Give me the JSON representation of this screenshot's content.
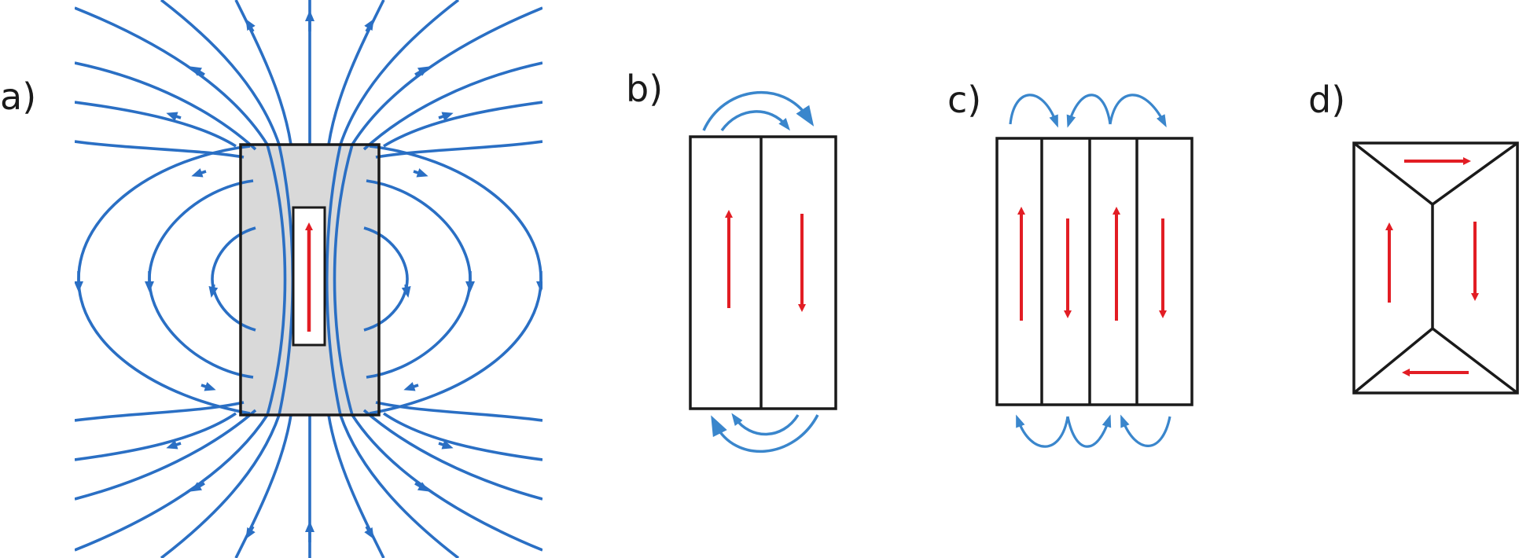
{
  "panels": [
    {
      "id": "a",
      "label": "a)"
    },
    {
      "id": "b",
      "label": "b)"
    },
    {
      "id": "c",
      "label": "c)"
    },
    {
      "id": "d",
      "label": "d)"
    }
  ],
  "colors": {
    "field_line": "#2a6fc4",
    "arrow_blue": "#3a86cc",
    "magnetization": "#e21d24",
    "outline": "#1a1a1a",
    "magnet_fill": "#d9d9d9"
  },
  "icons": {
    "magnetization_arrow": "red-arrow-icon",
    "field_arrow": "blue-arrowhead-icon",
    "closure_arrow": "blue-curved-arrow-icon"
  }
}
